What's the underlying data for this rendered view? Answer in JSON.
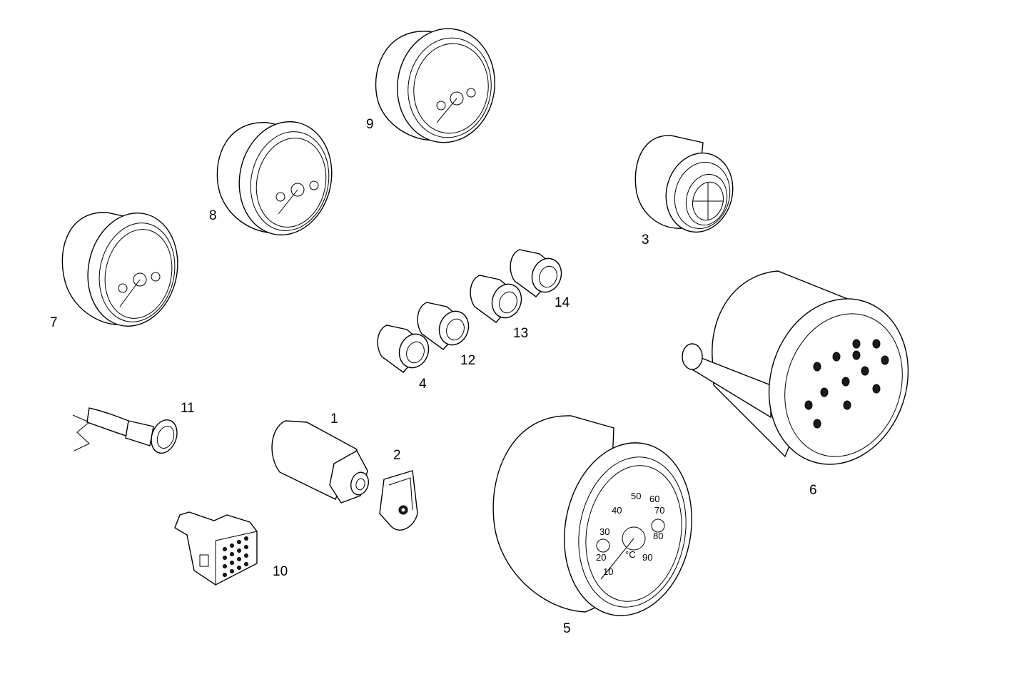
{
  "labels": {
    "p1": "1",
    "p2": "2",
    "p3": "3",
    "p4": "4",
    "p5": "5",
    "p6": "6",
    "p7": "7",
    "p8": "8",
    "p9": "9",
    "p10": "10",
    "p11": "11",
    "p12": "12",
    "p13": "13",
    "p14": "14"
  },
  "gauge5": {
    "ticks": [
      "10",
      "20",
      "30",
      "40",
      "50",
      "60",
      "70",
      "80",
      "90"
    ],
    "unit": "°C"
  }
}
